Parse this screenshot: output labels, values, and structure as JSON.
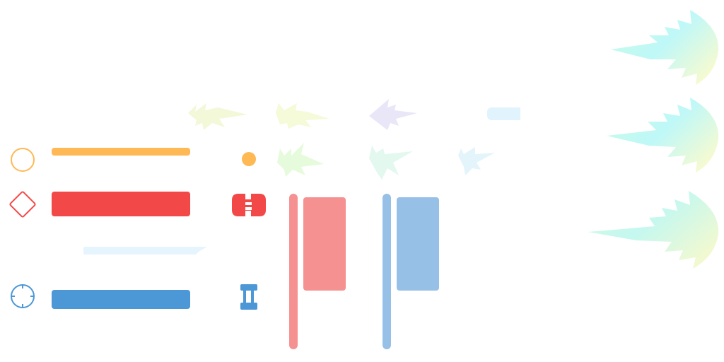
{
  "sprite_sheet": {
    "colors": {
      "orange": "#FFB954",
      "red": "#F34848",
      "blue": "#4C97D6",
      "pale_red": "#F69191",
      "pale_blue": "#97C0E6",
      "pale_cyan_bar": "#E6F5FD"
    },
    "status_rows": [
      {
        "icon": "circle-ring-icon",
        "bar": "orange-status-bar"
      },
      {
        "icon": "diamond-outline-icon",
        "bar": "red-status-bar"
      },
      {
        "icon": "crosshair-target-icon",
        "bar": "blue-status-bar"
      }
    ],
    "effects": {
      "burst_sprites": [
        "yellow-green-spark-burst",
        "yellow-green-spark-burst",
        "lavender-spark-burst",
        "green-spark-burst",
        "mint-spark-burst",
        "light-blue-spark-burst"
      ],
      "big_flames": [
        "cyan-flame-burst",
        "cyan-flame-burst",
        "mint-flame-burst"
      ]
    },
    "bars_panels": [
      "red-vertical-bar-set",
      "blue-vertical-bar-set"
    ]
  }
}
